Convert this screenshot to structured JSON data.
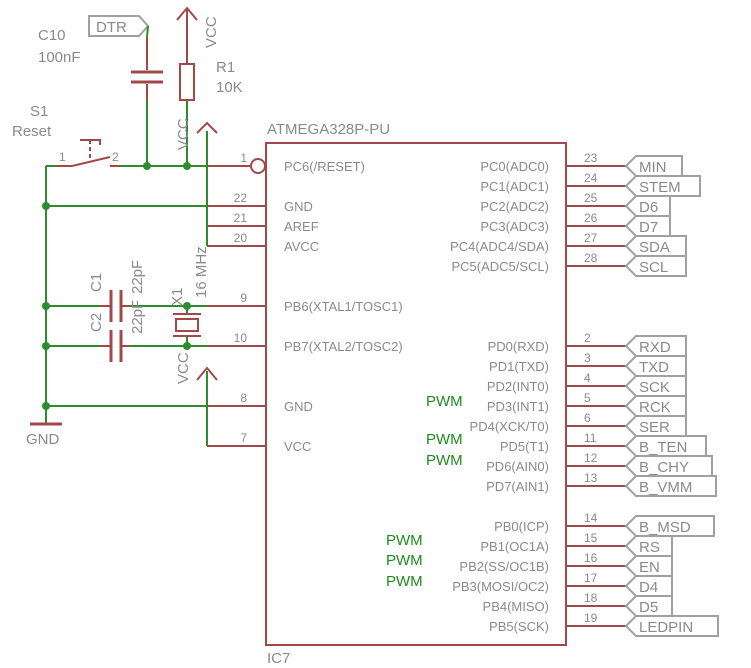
{
  "colors": {
    "wire": "#2e8b2e",
    "symbol": "#a24848",
    "text": "#8a8a8a",
    "pwm": "#1f8a1f",
    "flag_stroke": "#a0a0a0"
  },
  "ic": {
    "name": "ATMEGA328P-PU",
    "ref": "IC7",
    "left_pins": [
      {
        "num": "1",
        "label": "PC6(/RESET)"
      },
      {
        "num": "22",
        "label": "GND"
      },
      {
        "num": "21",
        "label": "AREF"
      },
      {
        "num": "20",
        "label": "AVCC"
      },
      {
        "num": "9",
        "label": "PB6(XTAL1/TOSC1)"
      },
      {
        "num": "10",
        "label": "PB7(XTAL2/TOSC2)"
      },
      {
        "num": "8",
        "label": "GND"
      },
      {
        "num": "7",
        "label": "VCC"
      }
    ],
    "right_pins": [
      {
        "num": "23",
        "label": "PC0(ADC0)",
        "net": "MIN"
      },
      {
        "num": "24",
        "label": "PC1(ADC1)",
        "net": "STEM"
      },
      {
        "num": "25",
        "label": "PC2(ADC2)",
        "net": "D6"
      },
      {
        "num": "26",
        "label": "PC3(ADC3)",
        "net": "D7"
      },
      {
        "num": "27",
        "label": "PC4(ADC4/SDA)",
        "net": "SDA"
      },
      {
        "num": "28",
        "label": "PC5(ADC5/SCL)",
        "net": "SCL"
      },
      {
        "num": "2",
        "label": "PD0(RXD)",
        "net": "RXD"
      },
      {
        "num": "3",
        "label": "PD1(TXD)",
        "net": "TXD"
      },
      {
        "num": "4",
        "label": "PD2(INT0)",
        "net": "SCK"
      },
      {
        "num": "5",
        "label": "PD3(INT1)",
        "net": "RCK"
      },
      {
        "num": "6",
        "label": "PD4(XCK/T0)",
        "net": "SER"
      },
      {
        "num": "11",
        "label": "PD5(T1)",
        "net": "B_TEN"
      },
      {
        "num": "12",
        "label": "PD6(AIN0)",
        "net": "B_CHY"
      },
      {
        "num": "13",
        "label": "PD7(AIN1)",
        "net": "B_VMM"
      },
      {
        "num": "14",
        "label": "PB0(ICP)",
        "net": "B_MSD"
      },
      {
        "num": "15",
        "label": "PB1(OC1A)",
        "net": "RS"
      },
      {
        "num": "16",
        "label": "PB2(SS/OC1B)",
        "net": "EN"
      },
      {
        "num": "17",
        "label": "PB3(MOSI/OC2)",
        "net": "D4"
      },
      {
        "num": "18",
        "label": "PB4(MISO)",
        "net": "D5"
      },
      {
        "num": "19",
        "label": "PB5(SCK)",
        "net": "LEDPIN"
      }
    ]
  },
  "pwm_label": "PWM",
  "components": {
    "c10": {
      "ref": "C10",
      "value": "100nF"
    },
    "r1": {
      "ref": "R1",
      "value": "10K"
    },
    "s1": {
      "ref": "S1",
      "value": "Reset",
      "pin1": "1",
      "pin2": "2"
    },
    "c1": {
      "ref": "C1",
      "value": "22pF"
    },
    "c2": {
      "ref": "C2",
      "value": "22pF"
    },
    "x1": {
      "ref": "X1",
      "value": "16 MHz"
    }
  },
  "nets": {
    "dtr": "DTR",
    "vcc": "VCC",
    "gnd": "GND"
  }
}
